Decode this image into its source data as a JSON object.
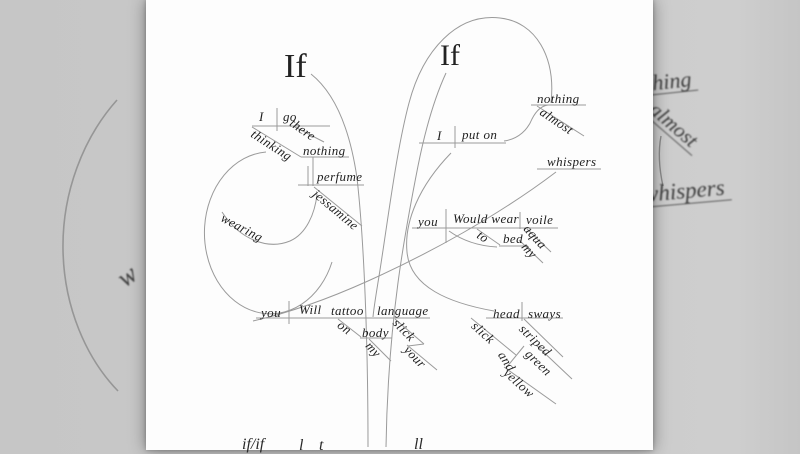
{
  "words": {
    "if_left": "If",
    "if_right": "If",
    "s1": {
      "subject": "I",
      "verb": "go",
      "adverb": "there",
      "participle": "thinking",
      "object": "nothing",
      "noun": "perfume",
      "modifier": "jessamine",
      "participle2": "wearing"
    },
    "s2": {
      "subject": "I",
      "verb": "put on",
      "object": "nothing",
      "modifier": "almost",
      "verb2": "whispers"
    },
    "s3": {
      "subject": "you",
      "verb": "Would wear",
      "object": "voile",
      "preposition": "to",
      "prep_object": "bed",
      "modifier1": "aqua",
      "modifier2": "my"
    },
    "s4": {
      "subject": "you",
      "verb1": "Will",
      "verb2": "tattoo",
      "object": "language",
      "preposition": "on",
      "prep_object": "body",
      "modifier1": "my",
      "modifier2": "slick",
      "modifier3": "your"
    },
    "s5": {
      "subject": "head",
      "verb": "sways",
      "modifier1": "slick",
      "modifier2": "striped",
      "modifier3": "green",
      "conjunction": "and",
      "modifier4": "yellow"
    }
  },
  "caption_fragments": {
    "f1": "if/if",
    "f2": "l",
    "f3": "t",
    "f4": "ll"
  },
  "backdrop": {
    "fragment_wearing": "w",
    "fragment_nothing": "thing",
    "fragment_almost": "almost",
    "fragment_whispers": "whispers"
  },
  "colors": {
    "background": "#c9c9c9",
    "page": "#fdfdfd",
    "line": "#9a9a9a",
    "text": "#1e1e1e"
  }
}
